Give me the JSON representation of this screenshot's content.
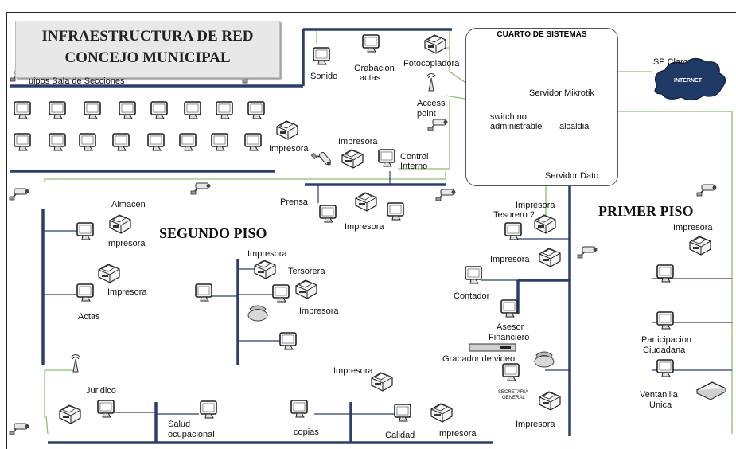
{
  "title": {
    "line1": "INFRAESTRUCTURA DE RED",
    "line2": "CONCEJO MUNICIPAL"
  },
  "sections": {
    "second_floor": "SEGUNDO PISO",
    "first_floor": "PRIMER PISO"
  },
  "systems_room": {
    "title": "CUARTO DE SISTEMAS",
    "server_mikrotik": "Servidor Mikrotik",
    "switch_line1": "switch no",
    "switch_line2": "administrable",
    "alcaldia": "alcaldia",
    "server_data": "Servidor Dato"
  },
  "isp": {
    "label": "ISP Claro",
    "cloud_text": "INTERNET"
  },
  "labels": {
    "sala_secciones": "uipos Sala de Secciones",
    "sonido": "Sonido",
    "grabacion_1": "Grabacion",
    "grabacion_2": "actas",
    "fotocopiadora": "Fotocopiadora",
    "access_point_1": "Access",
    "access_point_2": "point",
    "impresora_sala": "Impresora",
    "impresora_ci": "Impresora",
    "control_1": "Control",
    "control_2": "Interno",
    "prensa": "Prensa",
    "impresora_prensa": "Impresora",
    "almacen": "Almacen",
    "impresora_almacen": "Impresora",
    "impresora_actas": "Impresora",
    "actas": "Actas",
    "impresora_tes_top": "Impresora",
    "tersorera": "Tersorera",
    "impresora_tes": "Impresora",
    "impresora_t2": "Impresora",
    "tesorero2": "Tesorero 2",
    "impresora_cont": "Impresora",
    "contador": "Contador",
    "asesor_1": "Asesor",
    "asesor_2": "Financiero",
    "grabador": "Grabador de video",
    "secretaria_1": "SECRETARIA",
    "secretaria_2": "GENERAL",
    "impresora_sec": "Impresora",
    "impresora_pp": "Impresora",
    "participacion_1": "Participacion",
    "participacion_2": "Ciudadana",
    "ventanilla_1": "Ventanilla",
    "ventanilla_2": "Unica",
    "juridico": "Juridico",
    "salud_1": "Salud",
    "salud_2": "ocupacional",
    "impresora_copias": "Impresora",
    "copias": "copias",
    "calidad": "Calidad",
    "impresora_calidad": "Impresora"
  },
  "colors": {
    "backbone": "#2a3f6e",
    "link": "#8cc06a",
    "firewall": "#e07030",
    "cloud": "#1f3a66"
  }
}
